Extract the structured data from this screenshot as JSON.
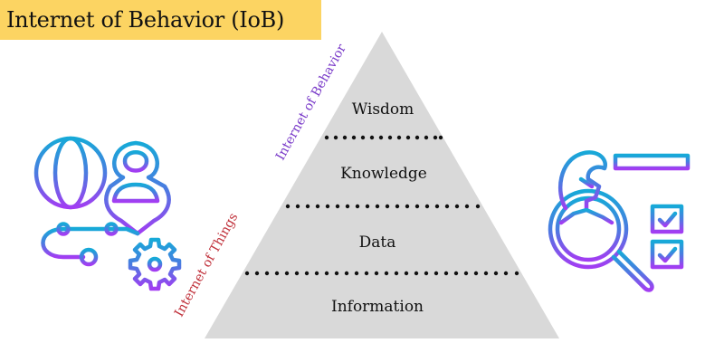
{
  "title": "Internet of Behavior (IoB)",
  "colors": {
    "banner": "#fcd462",
    "pyramid_fill": "#d9d9d9",
    "iob_label": "#7a3bc9",
    "iot_label": "#c0303a",
    "icon_gradient_top": "#1aa7d6",
    "icon_gradient_bottom": "#9b3cf0"
  },
  "pyramid": {
    "levels": [
      {
        "label": "Wisdom"
      },
      {
        "label": "Knowledge"
      },
      {
        "label": "Data"
      },
      {
        "label": "Information"
      }
    ]
  },
  "side_labels": {
    "upper": "Internet of Behavior",
    "lower": "Internet of Things"
  },
  "icons": {
    "left": "globe-person-gear-network-icon",
    "right": "person-magnifier-checklist-icon"
  }
}
